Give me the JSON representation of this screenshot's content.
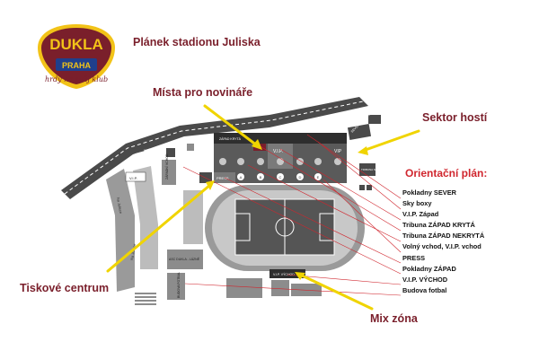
{
  "logo": {
    "top": "DUKLA",
    "bottom": "PRAHA",
    "colors": {
      "maroon": "#7a1f2b",
      "gold": "#f2c318",
      "blue": "#1f3f8c"
    }
  },
  "tagline": "hrdý na svůj klub",
  "title": "Plánek stadionu Juliska",
  "callouts": {
    "media": "Místa pro novináře",
    "away": "Sektor hostí",
    "press_center": "Tiskové centrum",
    "mix_zone": "Mix zóna"
  },
  "legend": {
    "title": "Orientační plán:",
    "items": [
      "Pokladny SEVER",
      "Sky boxy",
      "V.I.P. Západ",
      "Tribuna ZÁPAD KRYTÁ",
      "Tribuna ZÁPAD NEKRYTÁ",
      "Volný vchod, V.I.P. vchod",
      "PRESS",
      "Pokladny ZÁPAD",
      "V.I.P. VÝCHOD",
      "Budova fotbal"
    ]
  },
  "map": {
    "streets": [
      "Na Julisce",
      "Na Julisce",
      "Na Julisce"
    ],
    "labels": {
      "vip": "V.I.P.",
      "vip_short": "VIP",
      "press": "PRESS",
      "sector_a": "ZÁPAD KRYTÁ",
      "sector_b": "SEVERNÍ VCHOD",
      "zapadni_vchod": "ZÁPADNÍ VCHOD",
      "tribuna_nekryta": "TRIBUNA NEKRYTÁ",
      "zapad": "ZÁPAD KRYTÁ",
      "asc": "ASC DUKLA - LÁZNĚ",
      "budova": "BUDOVA FOTBAL",
      "vip_vychod": "V.I.P. VÝCHOD",
      "v_ip": "V.I.P."
    },
    "sector_letters": [
      "A",
      "B",
      "C",
      "D",
      "E",
      "F",
      "G"
    ],
    "colors": {
      "dark": "#4a4a4a",
      "mid": "#8c8c8c",
      "light": "#c8c8c8",
      "pitch": "#555555",
      "arrow_yellow": "#f0d400",
      "arrow_red": "#d0262e"
    }
  }
}
